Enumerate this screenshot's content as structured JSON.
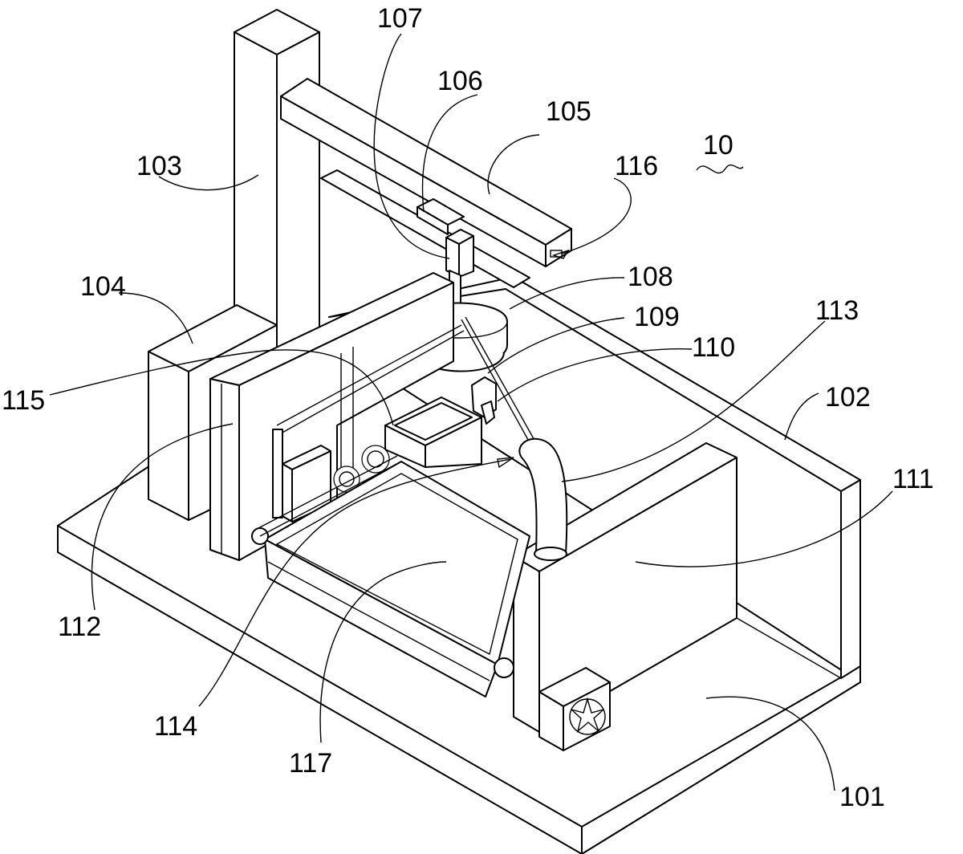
{
  "figure": {
    "labels": {
      "r10": "10",
      "r101": "101",
      "r102": "102",
      "r103": "103",
      "r104": "104",
      "r105": "105",
      "r106": "106",
      "r107": "107",
      "r108": "108",
      "r109": "109",
      "r110": "110",
      "r111": "111",
      "r112": "112",
      "r113": "113",
      "r114": "114",
      "r115": "115",
      "r116": "116",
      "r117": "117"
    },
    "line_color": "#000000",
    "background": "#ffffff"
  }
}
